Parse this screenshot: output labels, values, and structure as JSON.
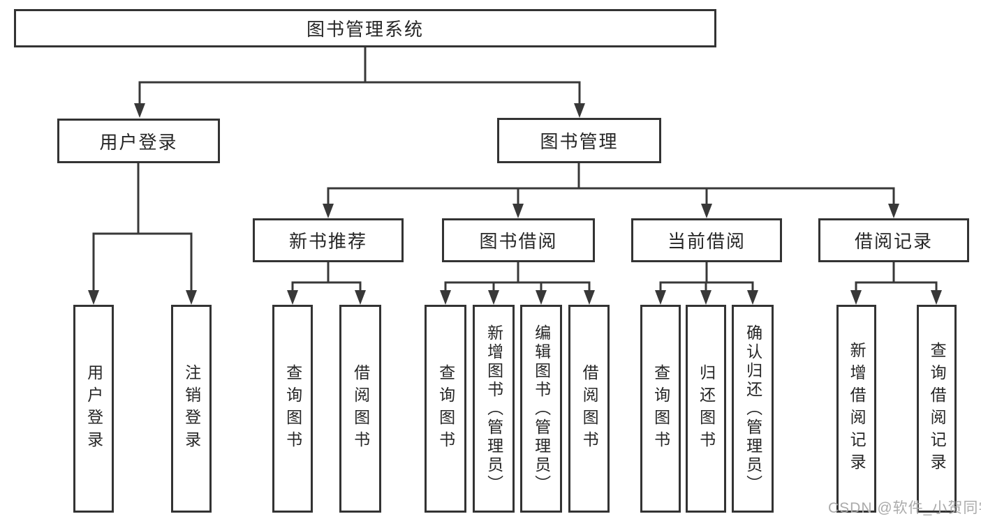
{
  "tree": {
    "root": "图书管理系统",
    "user_login": {
      "label": "用户登录",
      "children": [
        "用户登录",
        "注销登录"
      ]
    },
    "book_manage": {
      "label": "图书管理",
      "sections": [
        {
          "label": "新书推荐",
          "children": [
            "查询图书",
            "借阅图书"
          ]
        },
        {
          "label": "图书借阅",
          "children": [
            "查询图书",
            "新增图书（管理员）",
            "编辑图书（管理员）",
            "借阅图书"
          ]
        },
        {
          "label": "当前借阅",
          "children": [
            "查询图书",
            "归还图书",
            "确认归还（管理员）"
          ]
        },
        {
          "label": "借阅记录",
          "children": [
            "新增借阅记录",
            "查询借阅记录"
          ]
        }
      ]
    }
  },
  "watermark": "CSDN @软件_小贺同学",
  "colors": {
    "line": "#383838",
    "box_border": "#333333",
    "box_fill": "#ffffff",
    "text": "#262626",
    "watermark": "#ababab",
    "background": "#ffffff"
  }
}
